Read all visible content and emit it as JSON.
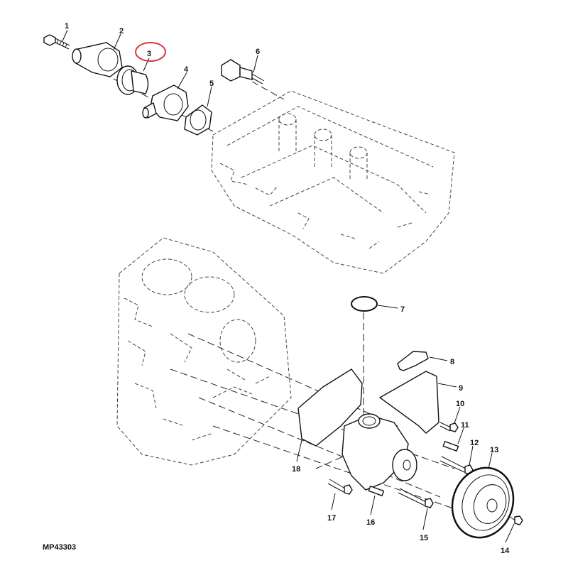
{
  "diagram": {
    "drawing_code": "MP43303",
    "highlight_color": "#d9343a",
    "highlighted_callout": "3",
    "callouts": [
      "1",
      "2",
      "3",
      "4",
      "5",
      "6",
      "7",
      "8",
      "9",
      "10",
      "11",
      "12",
      "13",
      "14",
      "15",
      "16",
      "17",
      "18"
    ]
  }
}
